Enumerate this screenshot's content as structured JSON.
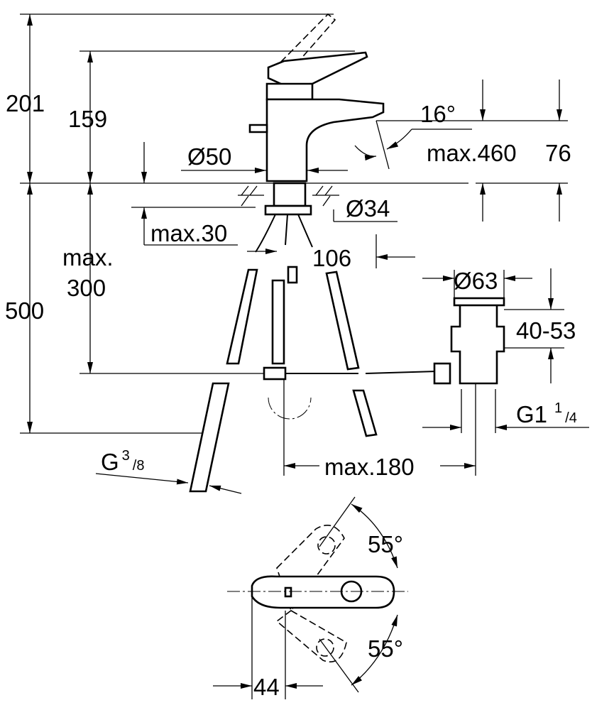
{
  "dimensions": {
    "total_height": "201",
    "spout_height": "159",
    "body_diameter": "Ø50",
    "spout_angle": "16°",
    "max_460": "max.460",
    "spout_offset": "76",
    "hole_diameter": "Ø34",
    "max_30": "max.30",
    "projection": "106",
    "max_300_line1": "max.",
    "max_300_line2": "300",
    "under_height": "500",
    "waste_diameter": "Ø63",
    "waste_range": "40-53",
    "waste_thread": "G1",
    "waste_thread_num": "1",
    "waste_thread_den": "/4",
    "hose_thread": "G",
    "hose_thread_num": "3",
    "hose_thread_den": "/8",
    "max_180": "max.180",
    "lever_angle_top": "55°",
    "lever_angle_bottom": "55°",
    "lever_width": "44"
  }
}
